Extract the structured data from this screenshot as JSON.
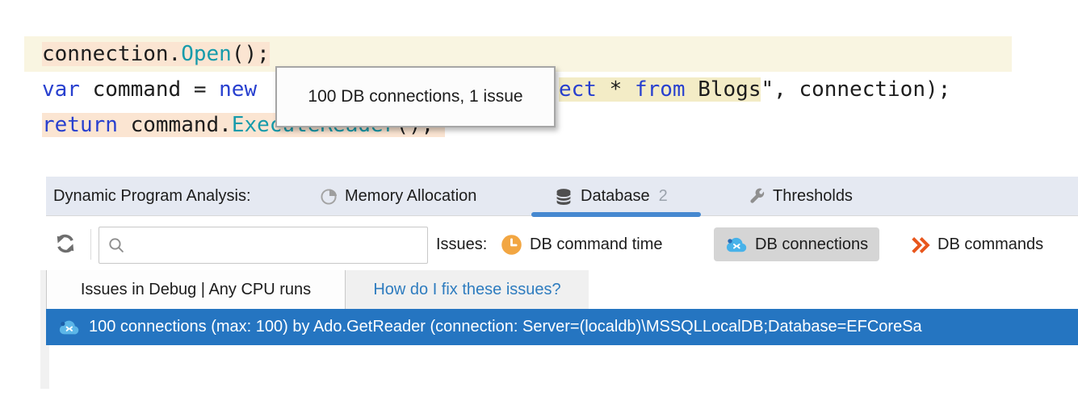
{
  "code": {
    "line1": {
      "obj": "connection.",
      "method": "Open",
      "tail": "();"
    },
    "line2": {
      "kw_var": "var",
      "mid": " command = ",
      "kw_new": "new",
      "sql_kw1": "ect",
      "sql_mid": " * ",
      "sql_kw2": "from",
      "sql_tail": " Blogs",
      "tail": "\", connection);"
    },
    "line3": {
      "kw": "return",
      "mid": " command.",
      "method": "ExecuteReader",
      "tail": "();"
    }
  },
  "tooltip": {
    "text": "100 DB connections, 1 issue"
  },
  "panel": {
    "title": "Dynamic Program Analysis:",
    "tabs": [
      {
        "label": "Memory Allocation",
        "icon": "pie-chart-icon",
        "selected": false
      },
      {
        "label": "Database",
        "count": "2",
        "icon": "database-icon",
        "selected": true
      },
      {
        "label": "Thresholds",
        "icon": "wrench-icon",
        "selected": false
      }
    ]
  },
  "toolbar": {
    "issues_label": "Issues:",
    "search_value": "",
    "filters": [
      {
        "label": "DB command time",
        "icon": "clock-icon",
        "selected": false
      },
      {
        "label": "DB connections",
        "icon": "db-cloud-icon",
        "selected": true
      },
      {
        "label": "DB commands",
        "icon": "double-chevron-icon",
        "selected": false
      }
    ]
  },
  "subtabs": {
    "runs": "Issues in Debug | Any CPU runs",
    "help": "How do I fix these issues?"
  },
  "issue_row": {
    "text": "100 connections (max: 100) by Ado.GetReader (connection: Server=(localdb)\\MSSQLLocalDB;Database=EFCoreSa"
  },
  "colors": {
    "keyword_blue": "#2840cf",
    "method_teal": "#169bab",
    "line_highlight_yellow": "#f9f5e1",
    "issue_highlight_peach": "#fbe5d2",
    "sql_string_bg": "#f3ecc6",
    "panel_header_bg": "#e5e9f2",
    "selected_tab_underline": "#4688d0",
    "filter_chip_bg": "#d5d5d5",
    "selected_row_blue": "#2575c1",
    "clock_orange": "#f2a642",
    "cloud_blue": "#47b2e9",
    "chevron_orange": "#e8561c",
    "help_link_blue": "#2e7cbf"
  }
}
